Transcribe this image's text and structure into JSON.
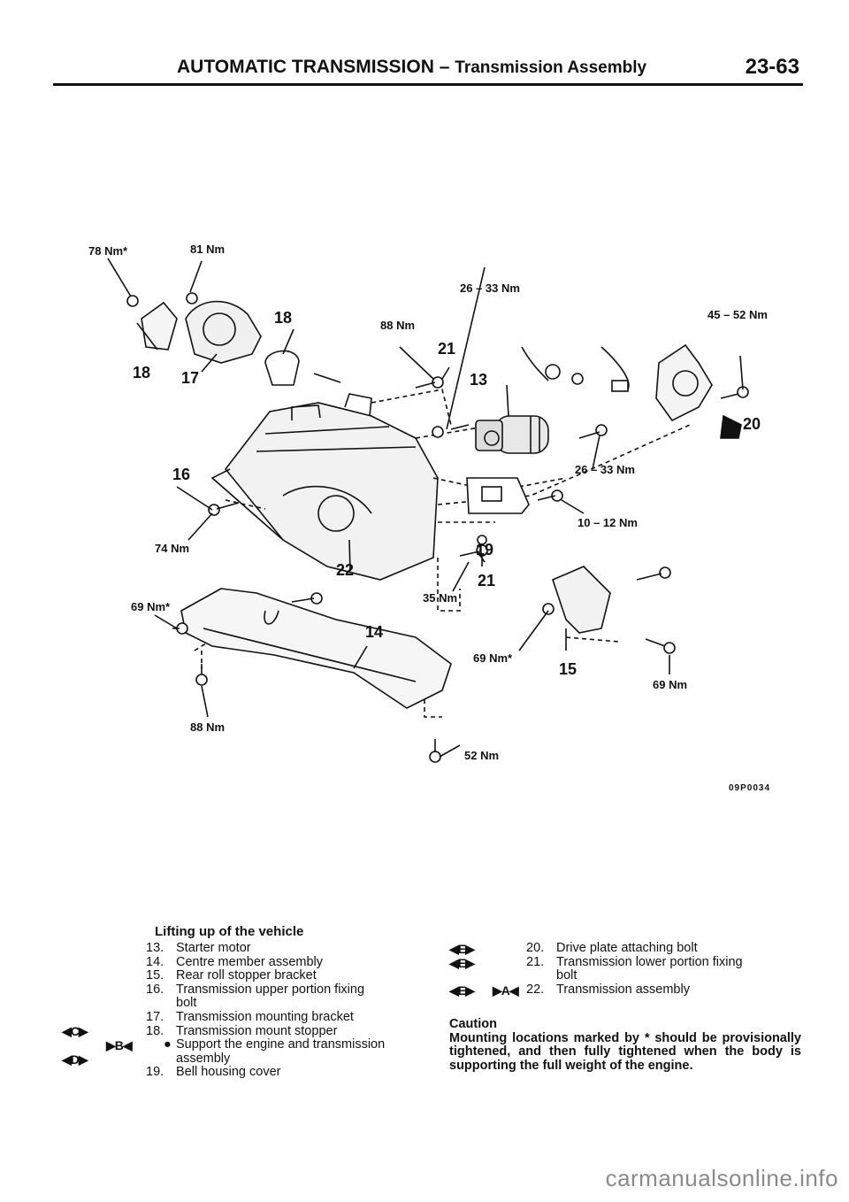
{
  "header": {
    "section": "AUTOMATIC TRANSMISSION",
    "dash": "–",
    "subsection": "Transmission Assembly",
    "page": "23-63"
  },
  "figure": {
    "callouts": {
      "n13": "13",
      "n14": "14",
      "n15": "15",
      "n16": "16",
      "n17": "17",
      "n18a": "18",
      "n18b": "18",
      "n19": "19",
      "n20": "20",
      "n21a": "21",
      "n21b": "21",
      "n22": "22"
    },
    "torques": {
      "t78": "78 Nm*",
      "t81": "81 Nm",
      "t88a": "88 Nm",
      "t2633a": "26 – 33 Nm",
      "t4552": "45 – 52 Nm",
      "t2633b": "26 – 33 Nm",
      "t1012": "10 – 12 Nm",
      "t74": "74 Nm",
      "t35": "35 Nm",
      "t69a": "69 Nm*",
      "t69b": "69 Nm*",
      "t69c": "69 Nm",
      "t88b": "88 Nm",
      "t52": "52 Nm"
    },
    "code": "09P0034"
  },
  "removal": {
    "title": "Lifting up of the vehicle",
    "items_left": [
      {
        "num": "13.",
        "text": "Starter motor"
      },
      {
        "num": "14.",
        "text": "Centre member assembly"
      },
      {
        "num": "15.",
        "text": "Rear roll stopper bracket"
      },
      {
        "num": "16.",
        "text": "Transmission upper portion fixing",
        "cont": "bolt"
      },
      {
        "num": "17.",
        "text": "Transmission mounting bracket"
      },
      {
        "num": "18.",
        "text": "Transmission mount stopper"
      }
    ],
    "bullet": {
      "text": "Support the engine and transmission",
      "cont": "assembly"
    },
    "item19": {
      "num": "19.",
      "text": "Bell housing cover"
    },
    "items_right": [
      {
        "num": "20.",
        "text": "Drive plate attaching bolt"
      },
      {
        "num": "21.",
        "text": "Transmission lower portion fixing",
        "cont": "bolt"
      },
      {
        "num": "22.",
        "text": "Transmission assembly"
      }
    ],
    "symbols": {
      "c": "◀C▶",
      "b": "▶B◀",
      "d": "◀D▶",
      "e1": "◀E▶",
      "e2": "◀E▶",
      "e3": "◀E▶",
      "a": "▶A◀"
    }
  },
  "caution": {
    "title": "Caution",
    "body": "Mounting locations marked by * should be provisionally tightened, and then fully tightened when the body is supporting the full weight of the engine."
  },
  "watermark": "carmanualsonline.info"
}
